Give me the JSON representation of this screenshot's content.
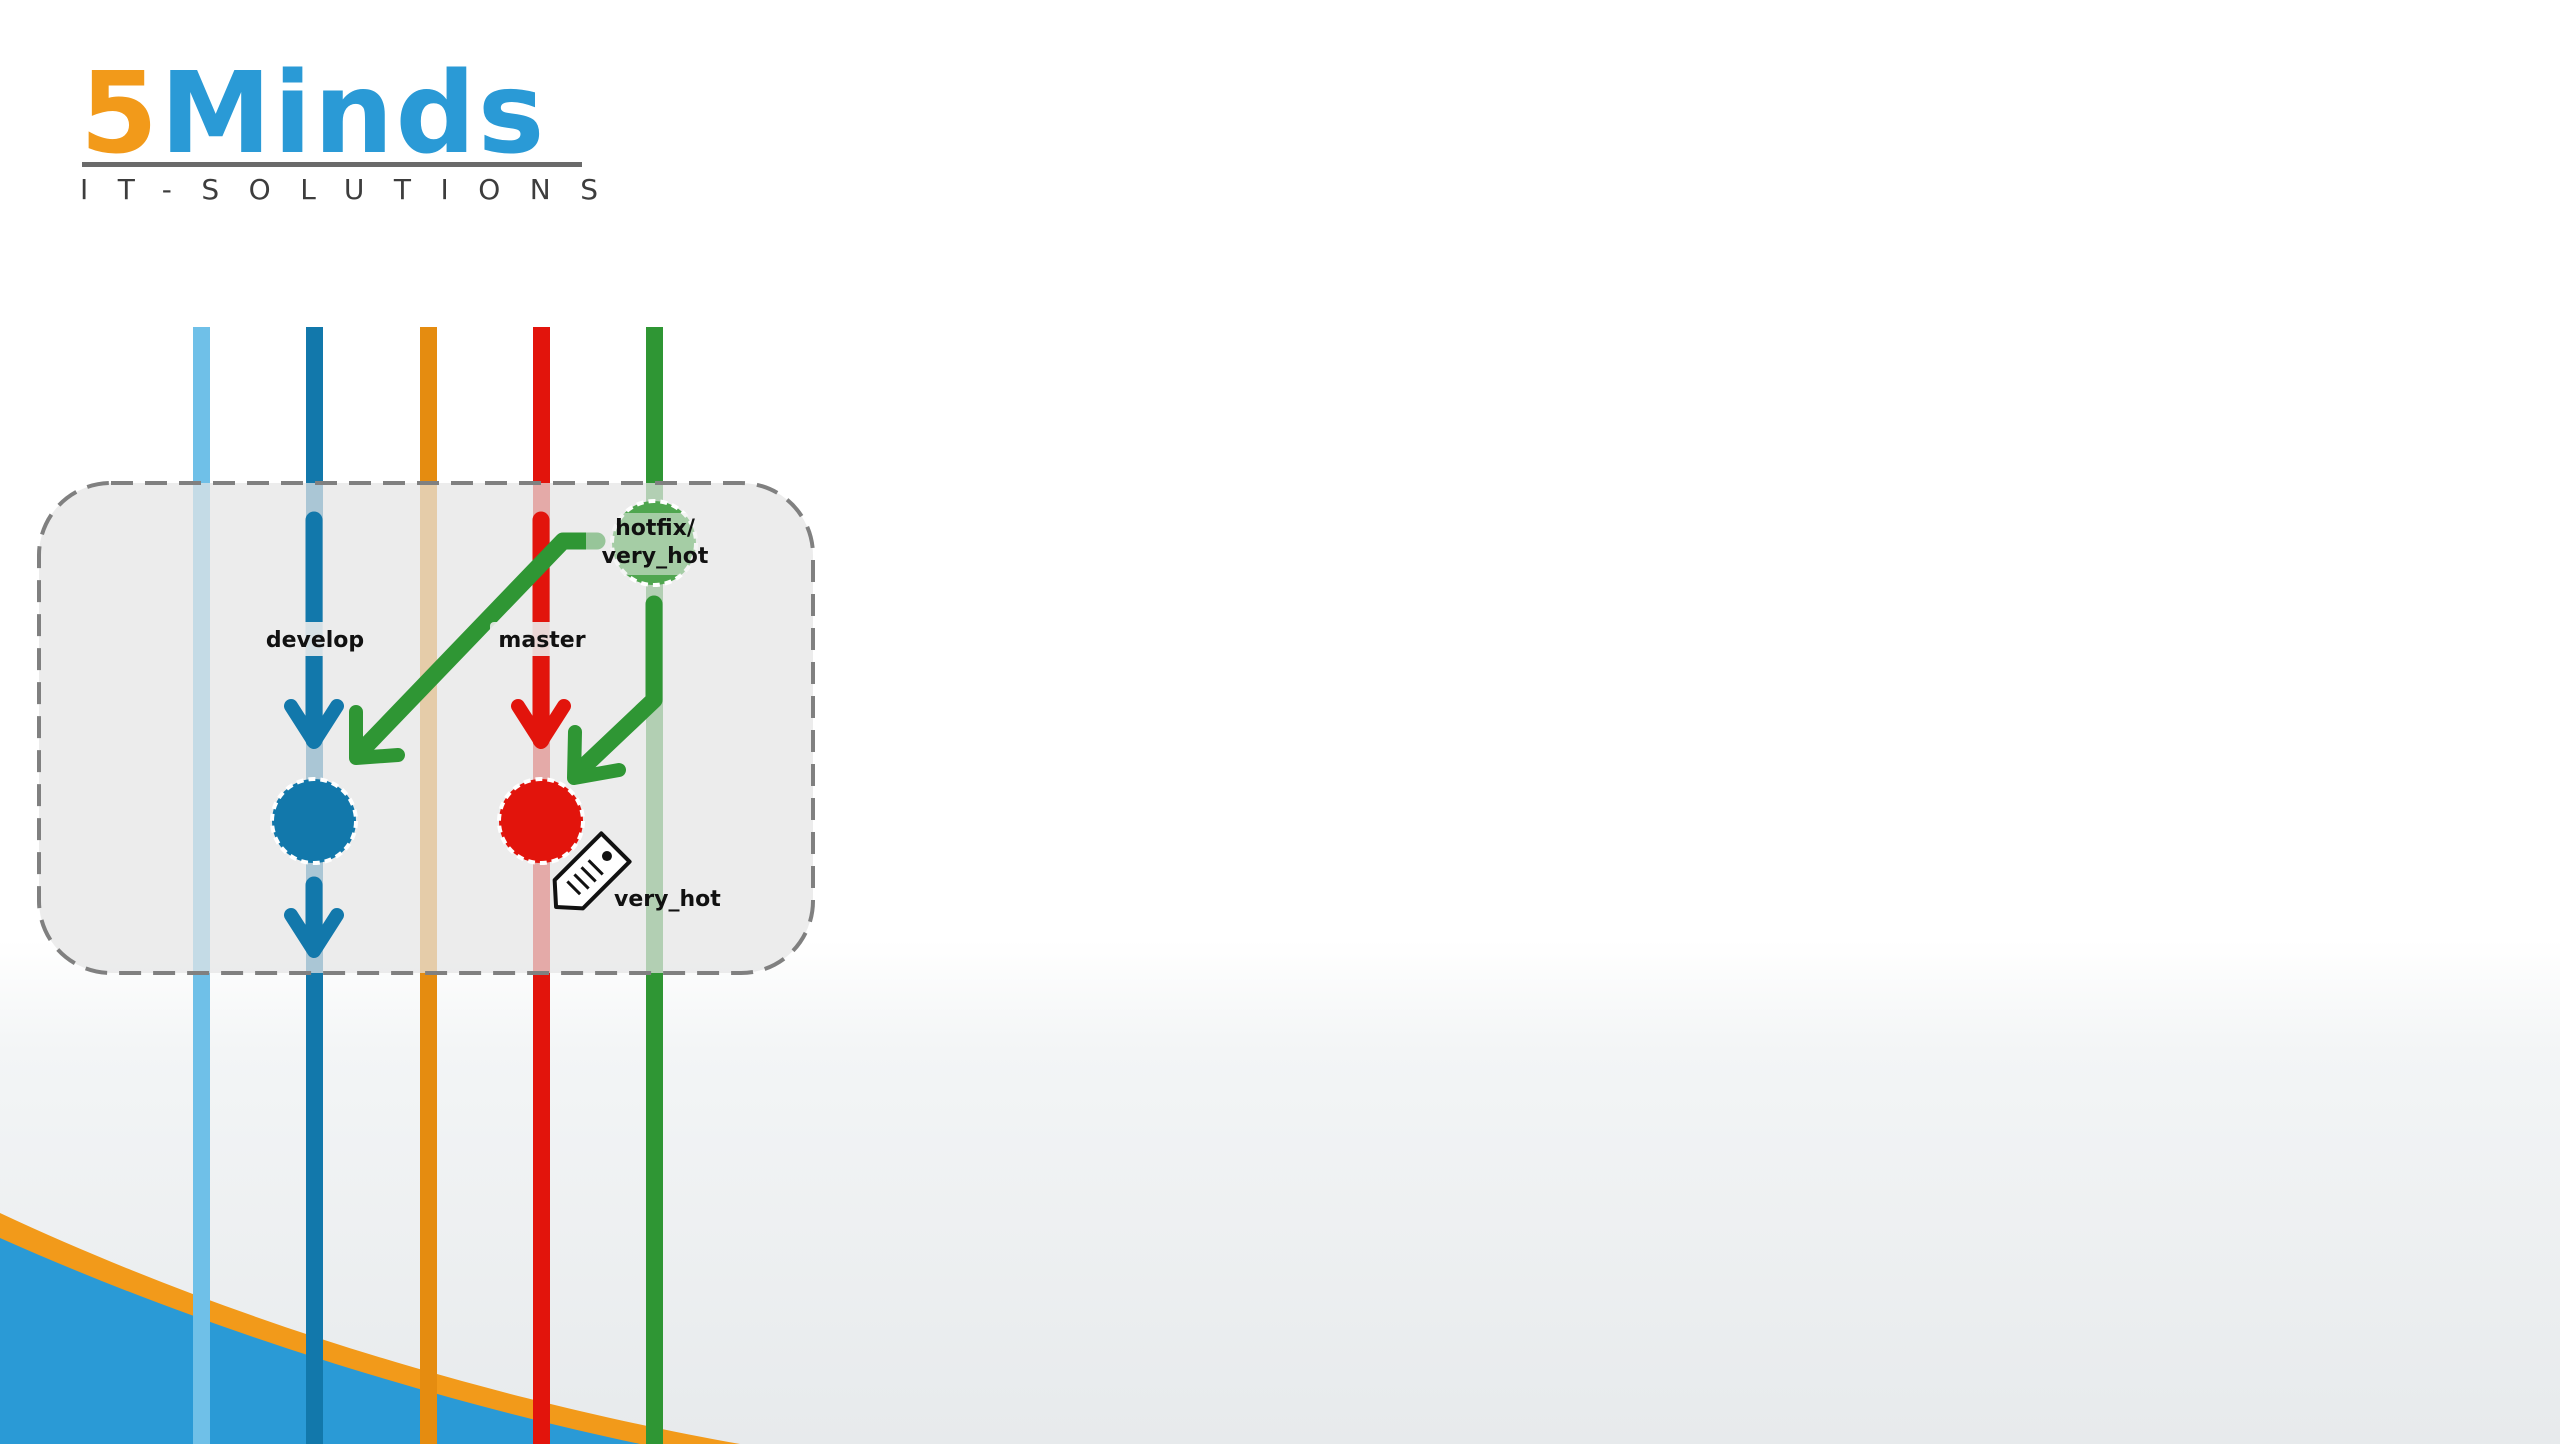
{
  "logo": {
    "brand_number": "5",
    "brand_word": "Minds",
    "tagline": "IT-SOLUTIONS"
  },
  "diagram": {
    "branch_labels": {
      "develop": "develop",
      "master": "master",
      "hotfix_line1": "hotfix/",
      "hotfix_line2": "very_hot"
    },
    "tag_label": "very_hot"
  },
  "colors": {
    "feature_light_blue": "#6fc0e8",
    "develop_blue": "#1278ab",
    "release_orange": "#e58c10",
    "master_red": "#e2140c",
    "hotfix_green": "#2f9634",
    "box_fill": "#e4e4e4",
    "box_border": "#808080",
    "swoosh_orange": "#f29a1a",
    "swoosh_blue": "#2a9ad6"
  }
}
